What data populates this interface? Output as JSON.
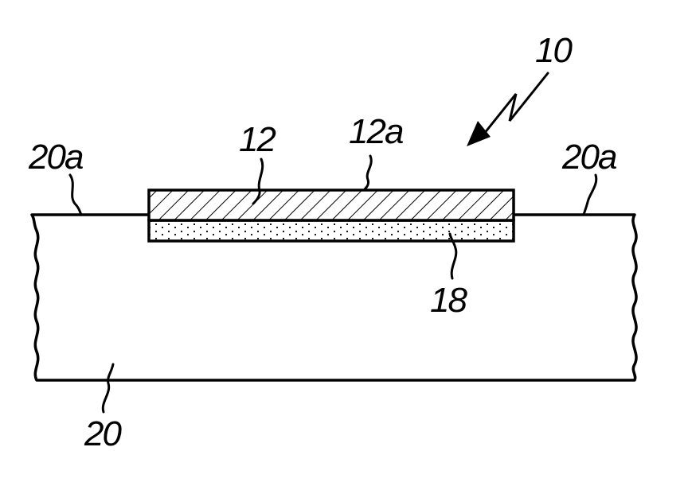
{
  "figure": {
    "labels": {
      "assembly": "10",
      "layer": "12",
      "layer_surface": "12a",
      "bond_layer": "18",
      "substrate": "20",
      "substrate_surface_left": "20a",
      "substrate_surface_right": "20a"
    },
    "colors": {
      "ink": "#000000",
      "paper": "#ffffff"
    }
  }
}
